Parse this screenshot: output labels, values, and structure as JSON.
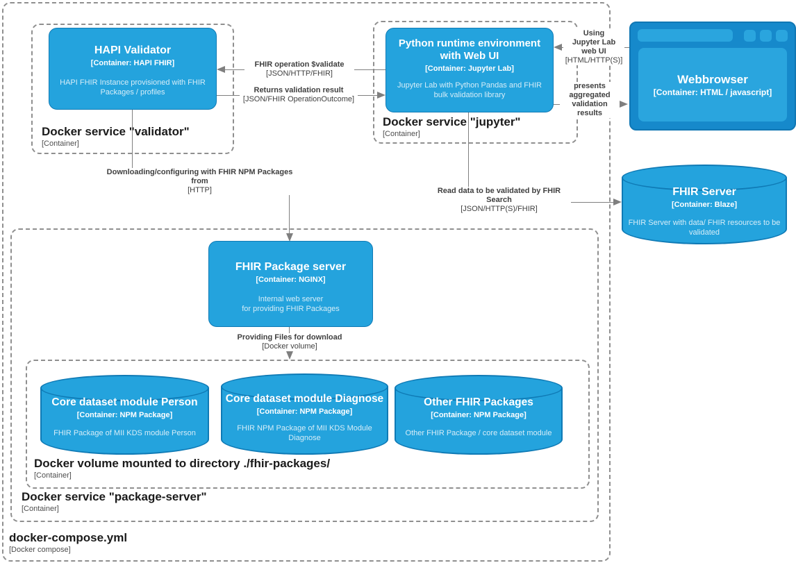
{
  "groups": {
    "compose": {
      "title": "docker-compose.yml",
      "subtitle": "[Docker compose]"
    },
    "package_server": {
      "title": "Docker service \"package-server\"",
      "subtitle": "[Container]"
    },
    "volume": {
      "title": "Docker volume mounted to directory ./fhir-packages/",
      "subtitle": "[Container]"
    },
    "validator": {
      "title": "Docker service \"validator\"",
      "subtitle": "[Container]"
    },
    "jupyter": {
      "title": "Docker service \"jupyter\"",
      "subtitle": "[Container]"
    }
  },
  "nodes": {
    "hapi": {
      "title": "HAPI Validator",
      "subtitle": "[Container: HAPI FHIR]",
      "desc": "HAPI FHIR Instance provisioned with FHIR Packages / profiles"
    },
    "python": {
      "title": "Python runtime environment with Web UI",
      "subtitle": "[Container: Jupyter Lab]",
      "desc": "Jupyter Lab with Python Pandas and FHIR bulk validation library"
    },
    "webbrowser": {
      "title": "Webbrowser",
      "subtitle": "[Container: HTML / javascript]"
    },
    "fhir_server": {
      "title": "FHIR Server",
      "subtitle": "[Container: Blaze]",
      "desc": "FHIR Server with data/ FHIR resources to be validated"
    },
    "package_server": {
      "title": "FHIR Package server",
      "subtitle": "[Container: NGINX]",
      "desc": "Internal web server\nfor providing FHIR Packages"
    },
    "person": {
      "title": "Core dataset module Person",
      "subtitle": "[Container: NPM Package]",
      "desc": "FHIR Package of MII KDS module Person"
    },
    "diagnose": {
      "title": "Core dataset module Diagnose",
      "subtitle": "[Container: NPM Package]",
      "desc": "FHIR NPM Package of MII KDS Module Diagnose"
    },
    "other": {
      "title": "Other FHIR Packages",
      "subtitle": "[Container: NPM Package]",
      "desc": "Other FHIR Package / core dataset module"
    }
  },
  "edges": {
    "validate": {
      "label": "FHIR operation $validate",
      "protocol": "[JSON/HTTP/FHIR]"
    },
    "returns": {
      "label": "Returns validation result",
      "protocol": "[JSON/FHIR OperationOutcome]"
    },
    "using": {
      "lines": [
        "Using",
        "Jupyter Lab",
        "web UI"
      ],
      "protocol": "[HTML/HTTP(S)]"
    },
    "presents": {
      "lines": [
        "presents",
        "aggregated",
        "validation",
        "results"
      ]
    },
    "download": {
      "label": "Downloading/configuring with FHIR NPM Packages from",
      "protocol": "[HTTP]"
    },
    "read": {
      "label": "Read data to be validated by FHIR Search",
      "protocol": "[JSON/HTTP(S)/FHIR]"
    },
    "providing": {
      "label": "Providing Files for download",
      "protocol": "[Docker volume]"
    }
  },
  "colors": {
    "node_fill": "#24a3dd",
    "node_border": "#0f7ab5",
    "browser_frame": "#1689cb",
    "group_dash": "#8f8f8f",
    "line": "#7f7f7f"
  }
}
